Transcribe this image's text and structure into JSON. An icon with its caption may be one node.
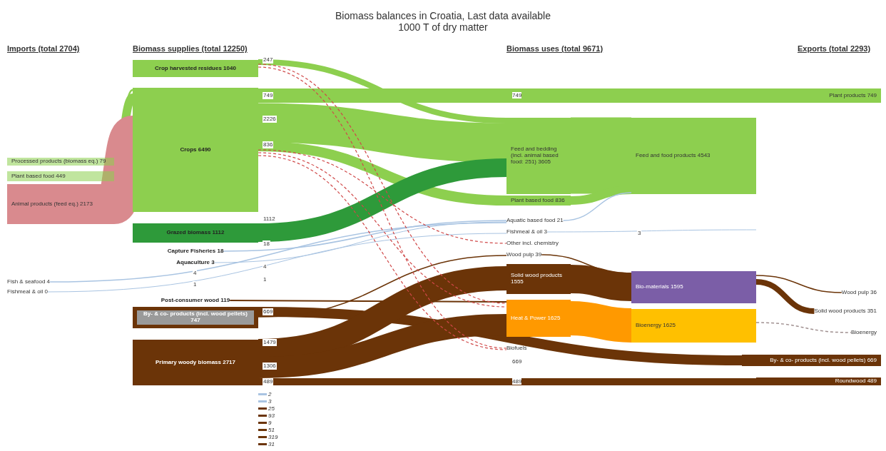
{
  "diagram": {
    "title": "Biomass balances in Croatia, Last data available 1000 T of dry matter",
    "nodes": [
      {
        "text": [
          "Processed products (biomass eq.) 79"
        ]
      },
      {
        "text": [
          "Plant based food 449"
        ]
      },
      {
        "text": [
          "Animal products (feed eq.) 2173"
        ]
      },
      {
        "text": [
          "Fish & seafood 4"
        ]
      },
      {
        "text": [
          "Fishmeal & oil 0"
        ]
      },
      {
        "text": [
          "Crop harvested residues 1040"
        ]
      },
      {
        "text": [
          "Crops 6490"
        ]
      },
      {
        "text": [
          "Grazed biomass 1112"
        ]
      },
      {
        "text": [
          "Capture Fisheries 18"
        ]
      },
      {
        "text": [
          "Aquaculture 3"
        ]
      },
      {
        "text": [
          "Post-consumer wood 119"
        ]
      },
      {
        "text": [
          "By- & co- products (incl. wood pellets) 747"
        ]
      },
      {
        "text": [
          "Primary woody biomass 2717"
        ]
      },
      {
        "text": [
          "Feed and bedding (incl. animal based food: 251) 3605"
        ]
      },
      {
        "text": [
          "Plant based food 836"
        ]
      },
      {
        "text": [
          "Aquatic based food 21"
        ]
      },
      {
        "text": [
          "Fishmeal & oil 3"
        ]
      },
      {
        "text": [
          "Other incl. chemistry"
        ]
      },
      {
        "text": [
          "Wood pulp 39"
        ]
      },
      {
        "text": [
          "Solid wood products 1555"
        ]
      },
      {
        "text": [
          "Heat & Power 1625"
        ]
      },
      {
        "text": [
          "Biofuels"
        ]
      },
      {
        "text": [
          "Feed and food products 4543"
        ]
      },
      {
        "text": [
          "Bio-materials 1595"
        ]
      },
      {
        "text": [
          "Bioenergy 1625"
        ]
      },
      {
        "text": [
          "Plant products 749"
        ]
      },
      {
        "text": [
          "Wood pulp 36"
        ]
      },
      {
        "text": [
          "Solid wood products 351"
        ]
      },
      {
        "text": [
          "Bioenergy"
        ]
      },
      {
        "text": [
          "By- & co- products (incl. wood pellets) 669"
        ]
      },
      {
        "text": [
          "Roundwood 489"
        ]
      }
    ],
    "edges": [
      {
        "from": 0,
        "to": 6,
        "arrow": "none",
        "color": "#8dcf4f"
      },
      {
        "from": 1,
        "to": 6,
        "arrow": "none",
        "style": "thick",
        "color": "#8dcf4f"
      },
      {
        "from": 2,
        "to": 6,
        "arrow": "none",
        "style": "thick",
        "color": "#d98a8e"
      },
      {
        "from": 3,
        "to": 15,
        "arrow": "none",
        "label": "4",
        "color": "#a9c4e2"
      },
      {
        "from": 4,
        "to": 16,
        "arrow": "none",
        "label": "1",
        "color": "#a9c4e2"
      },
      {
        "from": 5,
        "to": 13,
        "arrow": "none",
        "label": "247",
        "style": "thick",
        "color": "#8dcf4f"
      },
      {
        "from": 6,
        "to": 25,
        "arrow": "none",
        "label": "749",
        "style": "thick",
        "color": "#8dcf4f"
      },
      {
        "from": 6,
        "to": 13,
        "arrow": "none",
        "label": "2226",
        "style": "thick",
        "color": "#8dcf4f"
      },
      {
        "from": 6,
        "to": 14,
        "arrow": "none",
        "label": "836",
        "style": "thick",
        "color": "#8dcf4f"
      },
      {
        "from": 7,
        "to": 13,
        "arrow": "none",
        "label": "1112",
        "style": "thick",
        "color": "#2e9a3a"
      },
      {
        "from": 8,
        "to": 15,
        "arrow": "none",
        "label": "18",
        "color": "#a9c4e2"
      },
      {
        "from": 9,
        "to": 15,
        "arrow": "none",
        "label": "4",
        "color": "#a9c4e2"
      },
      {
        "from": 10,
        "to": 20,
        "arrow": "none"
      },
      {
        "from": 11,
        "to": 29,
        "arrow": "none",
        "label": "669",
        "style": "thick"
      },
      {
        "from": 11,
        "to": 18,
        "arrow": "none"
      },
      {
        "from": 12,
        "to": 19,
        "arrow": "none",
        "label": "1479",
        "style": "thick"
      },
      {
        "from": 12,
        "to": 20,
        "arrow": "none",
        "label": "1306",
        "style": "thick"
      },
      {
        "from": 12,
        "to": 30,
        "arrow": "none",
        "label": "489",
        "style": "thick"
      },
      {
        "from": 13,
        "to": 22,
        "arrow": "none",
        "style": "thick",
        "color": "#8dcf4f"
      },
      {
        "from": 14,
        "to": 22,
        "arrow": "none",
        "style": "thick",
        "color": "#8dcf4f"
      },
      {
        "from": 15,
        "to": 22,
        "arrow": "none",
        "color": "#a9c4e2"
      },
      {
        "from": 16,
        "to": null,
        "arrow": "none",
        "label": "3",
        "color": "#a9c4e2"
      },
      {
        "from": 18,
        "to": 23,
        "arrow": "none"
      },
      {
        "from": 19,
        "to": 23,
        "arrow": "none",
        "style": "thick"
      },
      {
        "from": 20,
        "to": 24,
        "arrow": "none",
        "style": "thick",
        "color": "#ff9900"
      },
      {
        "from": 23,
        "to": 26,
        "arrow": "none"
      },
      {
        "from": 23,
        "to": 27,
        "arrow": "none",
        "style": "thick"
      },
      {
        "from": 24,
        "to": 28,
        "arrow": "none",
        "style": "dashed",
        "color": "#a09090"
      },
      {
        "from": 5,
        "to": 20,
        "arrow": "none",
        "style": "dashed",
        "color": "#d04848"
      },
      {
        "from": 5,
        "to": 21,
        "arrow": "none",
        "style": "dashed",
        "color": "#d04848"
      },
      {
        "from": 6,
        "to": 17,
        "arrow": "none",
        "style": "dashed",
        "color": "#d04848"
      },
      {
        "from": 6,
        "to": 20,
        "arrow": "none",
        "style": "dashed",
        "color": "#d04848"
      },
      {
        "from": 6,
        "to": 21,
        "arrow": "none",
        "style": "dashed",
        "color": "#d04848"
      }
    ],
    "labels": [
      "Imports (total 2704)",
      "Biomass supplies (total 12250)",
      "Biomass uses (total 9671)",
      "Exports (total 2293)",
      "1",
      "749",
      "669",
      "489"
    ],
    "legend": [
      {
        "text": "2"
      },
      {
        "text": "3"
      },
      {
        "text": "25"
      },
      {
        "text": "93"
      },
      {
        "text": "9"
      },
      {
        "text": "51"
      },
      {
        "text": "319"
      },
      {
        "text": "31"
      }
    ]
  }
}
